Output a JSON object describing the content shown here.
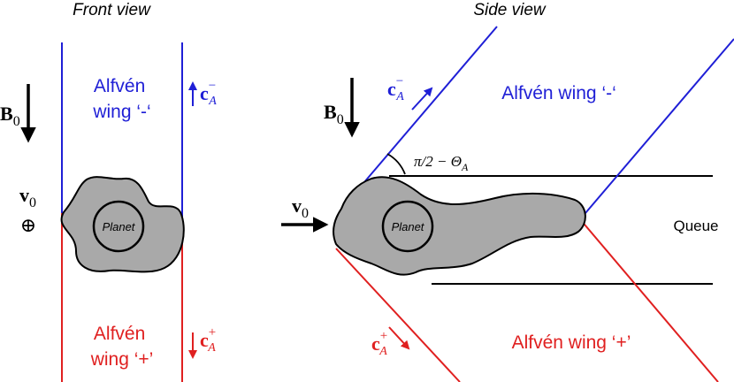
{
  "titles": {
    "front": "Front view",
    "side": "Side view"
  },
  "labels": {
    "wing_minus_front_line1": "Alfvén",
    "wing_minus_front_line2": "wing ‘-‘",
    "wing_plus_front_line1": "Alfvén",
    "wing_plus_front_line2": "wing ‘+’",
    "wing_minus_side": "Alfvén wing ‘-‘",
    "wing_plus_side": "Alfvén wing ‘+’",
    "planet": "Planet",
    "queue": "Queue",
    "angle_pi": "π/2 − Θ",
    "angle_sub": "A"
  },
  "symbols": {
    "B": "B",
    "B_sub": "0",
    "v": "v",
    "v_sub": "0",
    "c": "c",
    "c_sub": "A",
    "minus": "−",
    "plus": "+",
    "otimes": "⊕"
  },
  "colors": {
    "minus_wing": "#1f1fd6",
    "plus_wing": "#e02020",
    "body": "#a9a9a9",
    "ink": "#000000"
  }
}
